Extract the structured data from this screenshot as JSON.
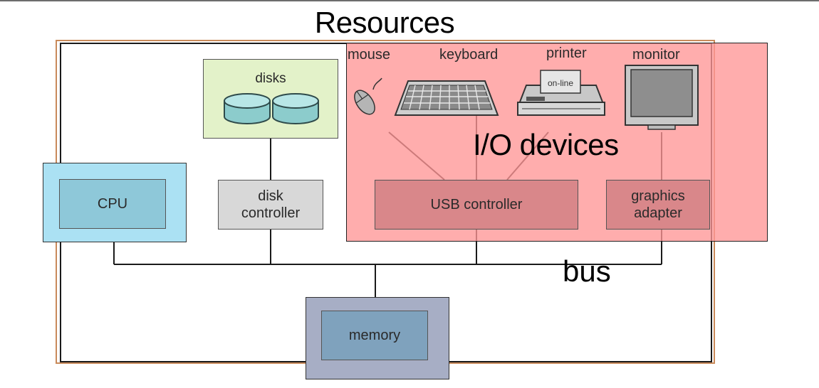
{
  "title": "Resources",
  "components": {
    "disks": "disks",
    "cpu": "CPU",
    "disk_controller": "disk\ncontroller",
    "usb_controller": "USB controller",
    "graphics_adapter": "graphics\nadapter",
    "memory": "memory"
  },
  "devices": {
    "mouse": "mouse",
    "keyboard": "keyboard",
    "printer": "printer",
    "printer_display": "on-line",
    "monitor": "monitor"
  },
  "overlays": {
    "io_devices": "I/O devices",
    "bus": "bus"
  },
  "colors": {
    "cpu_region": "#abe1f3",
    "disks_region": "#e3f2c9",
    "io_region": "#ff9696",
    "memory_region": "#a7aec5",
    "frame": "#c98a5a"
  }
}
